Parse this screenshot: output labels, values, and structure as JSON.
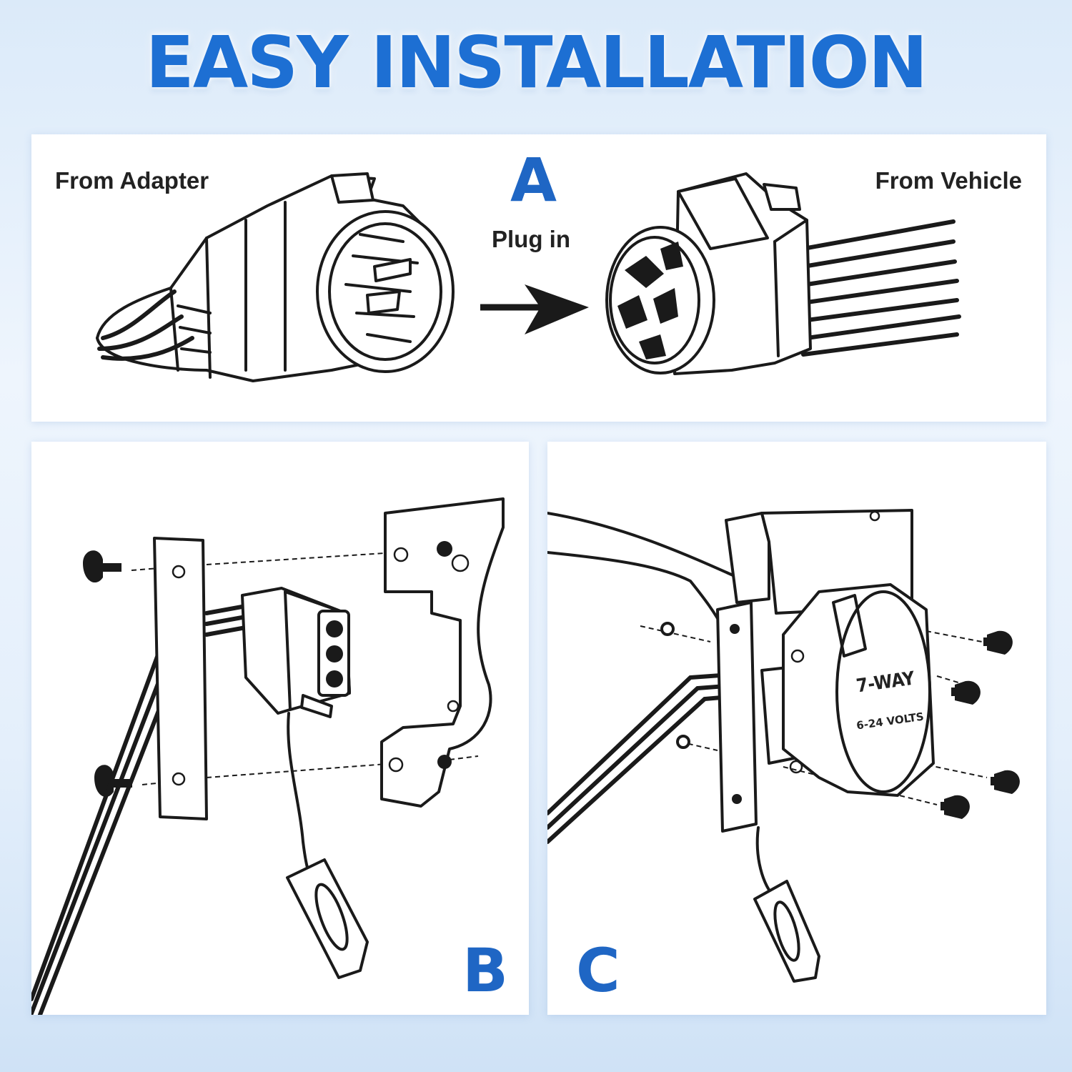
{
  "title": "EASY INSTALLATION",
  "panel_a": {
    "step": "A",
    "left_label": "From Adapter",
    "right_label": "From Vehicle",
    "action": "Plug in"
  },
  "panel_b": {
    "step": "B"
  },
  "panel_c": {
    "step": "C",
    "socket_label": "7-WAY",
    "socket_voltage": "6-24 VOLTS"
  },
  "colors": {
    "accent": "#1f66c4",
    "title": "#1d6fd3",
    "line": "#1a1a1a"
  }
}
